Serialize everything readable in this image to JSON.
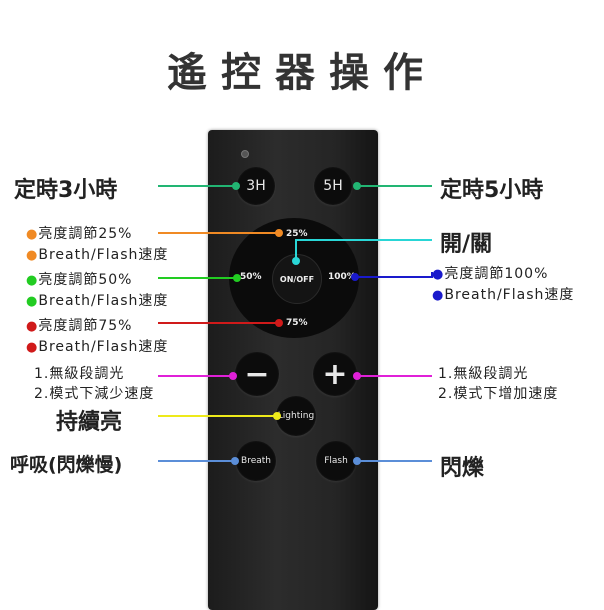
{
  "title": "遙控器操作",
  "buttons": {
    "h3": "3H",
    "h5": "5H",
    "p25": "25%",
    "p50": "50%",
    "onoff": "ON/OFF",
    "p100": "100%",
    "p75": "75%",
    "minus": "−",
    "plus": "+",
    "lighting": "Lighting",
    "breath": "Breath",
    "flash": "Flash"
  },
  "labels": {
    "timer3": "定時3小時",
    "timer5": "定時5小時",
    "b25_l1": "亮度調節25%",
    "b25_l2": "Breath/Flash速度",
    "power": "開/關",
    "b50_l1": "亮度調節50%",
    "b50_l2": "Breath/Flash速度",
    "b100_l1": "亮度調節100%",
    "b100_l2": "Breath/Flash速度",
    "b75_l1": "亮度調節75%",
    "b75_l2": "Breath/Flash速度",
    "minus_l1": "1.無級段調光",
    "minus_l2": "2.模式下減少速度",
    "plus_l1": "1.無級段調光",
    "plus_l2": "2.模式下增加速度",
    "steady": "持續亮",
    "breath": "呼吸(閃爍慢)",
    "flash": "閃爍"
  },
  "colors": {
    "green": "#22b573",
    "orange": "#f08a24",
    "lime": "#22cc22",
    "cyan": "#29d6d6",
    "blue": "#1a1acc",
    "red": "#d01a1a",
    "magenta": "#e020d8",
    "yellow": "#eeea1a",
    "lightblue": "#5b8ed8"
  }
}
